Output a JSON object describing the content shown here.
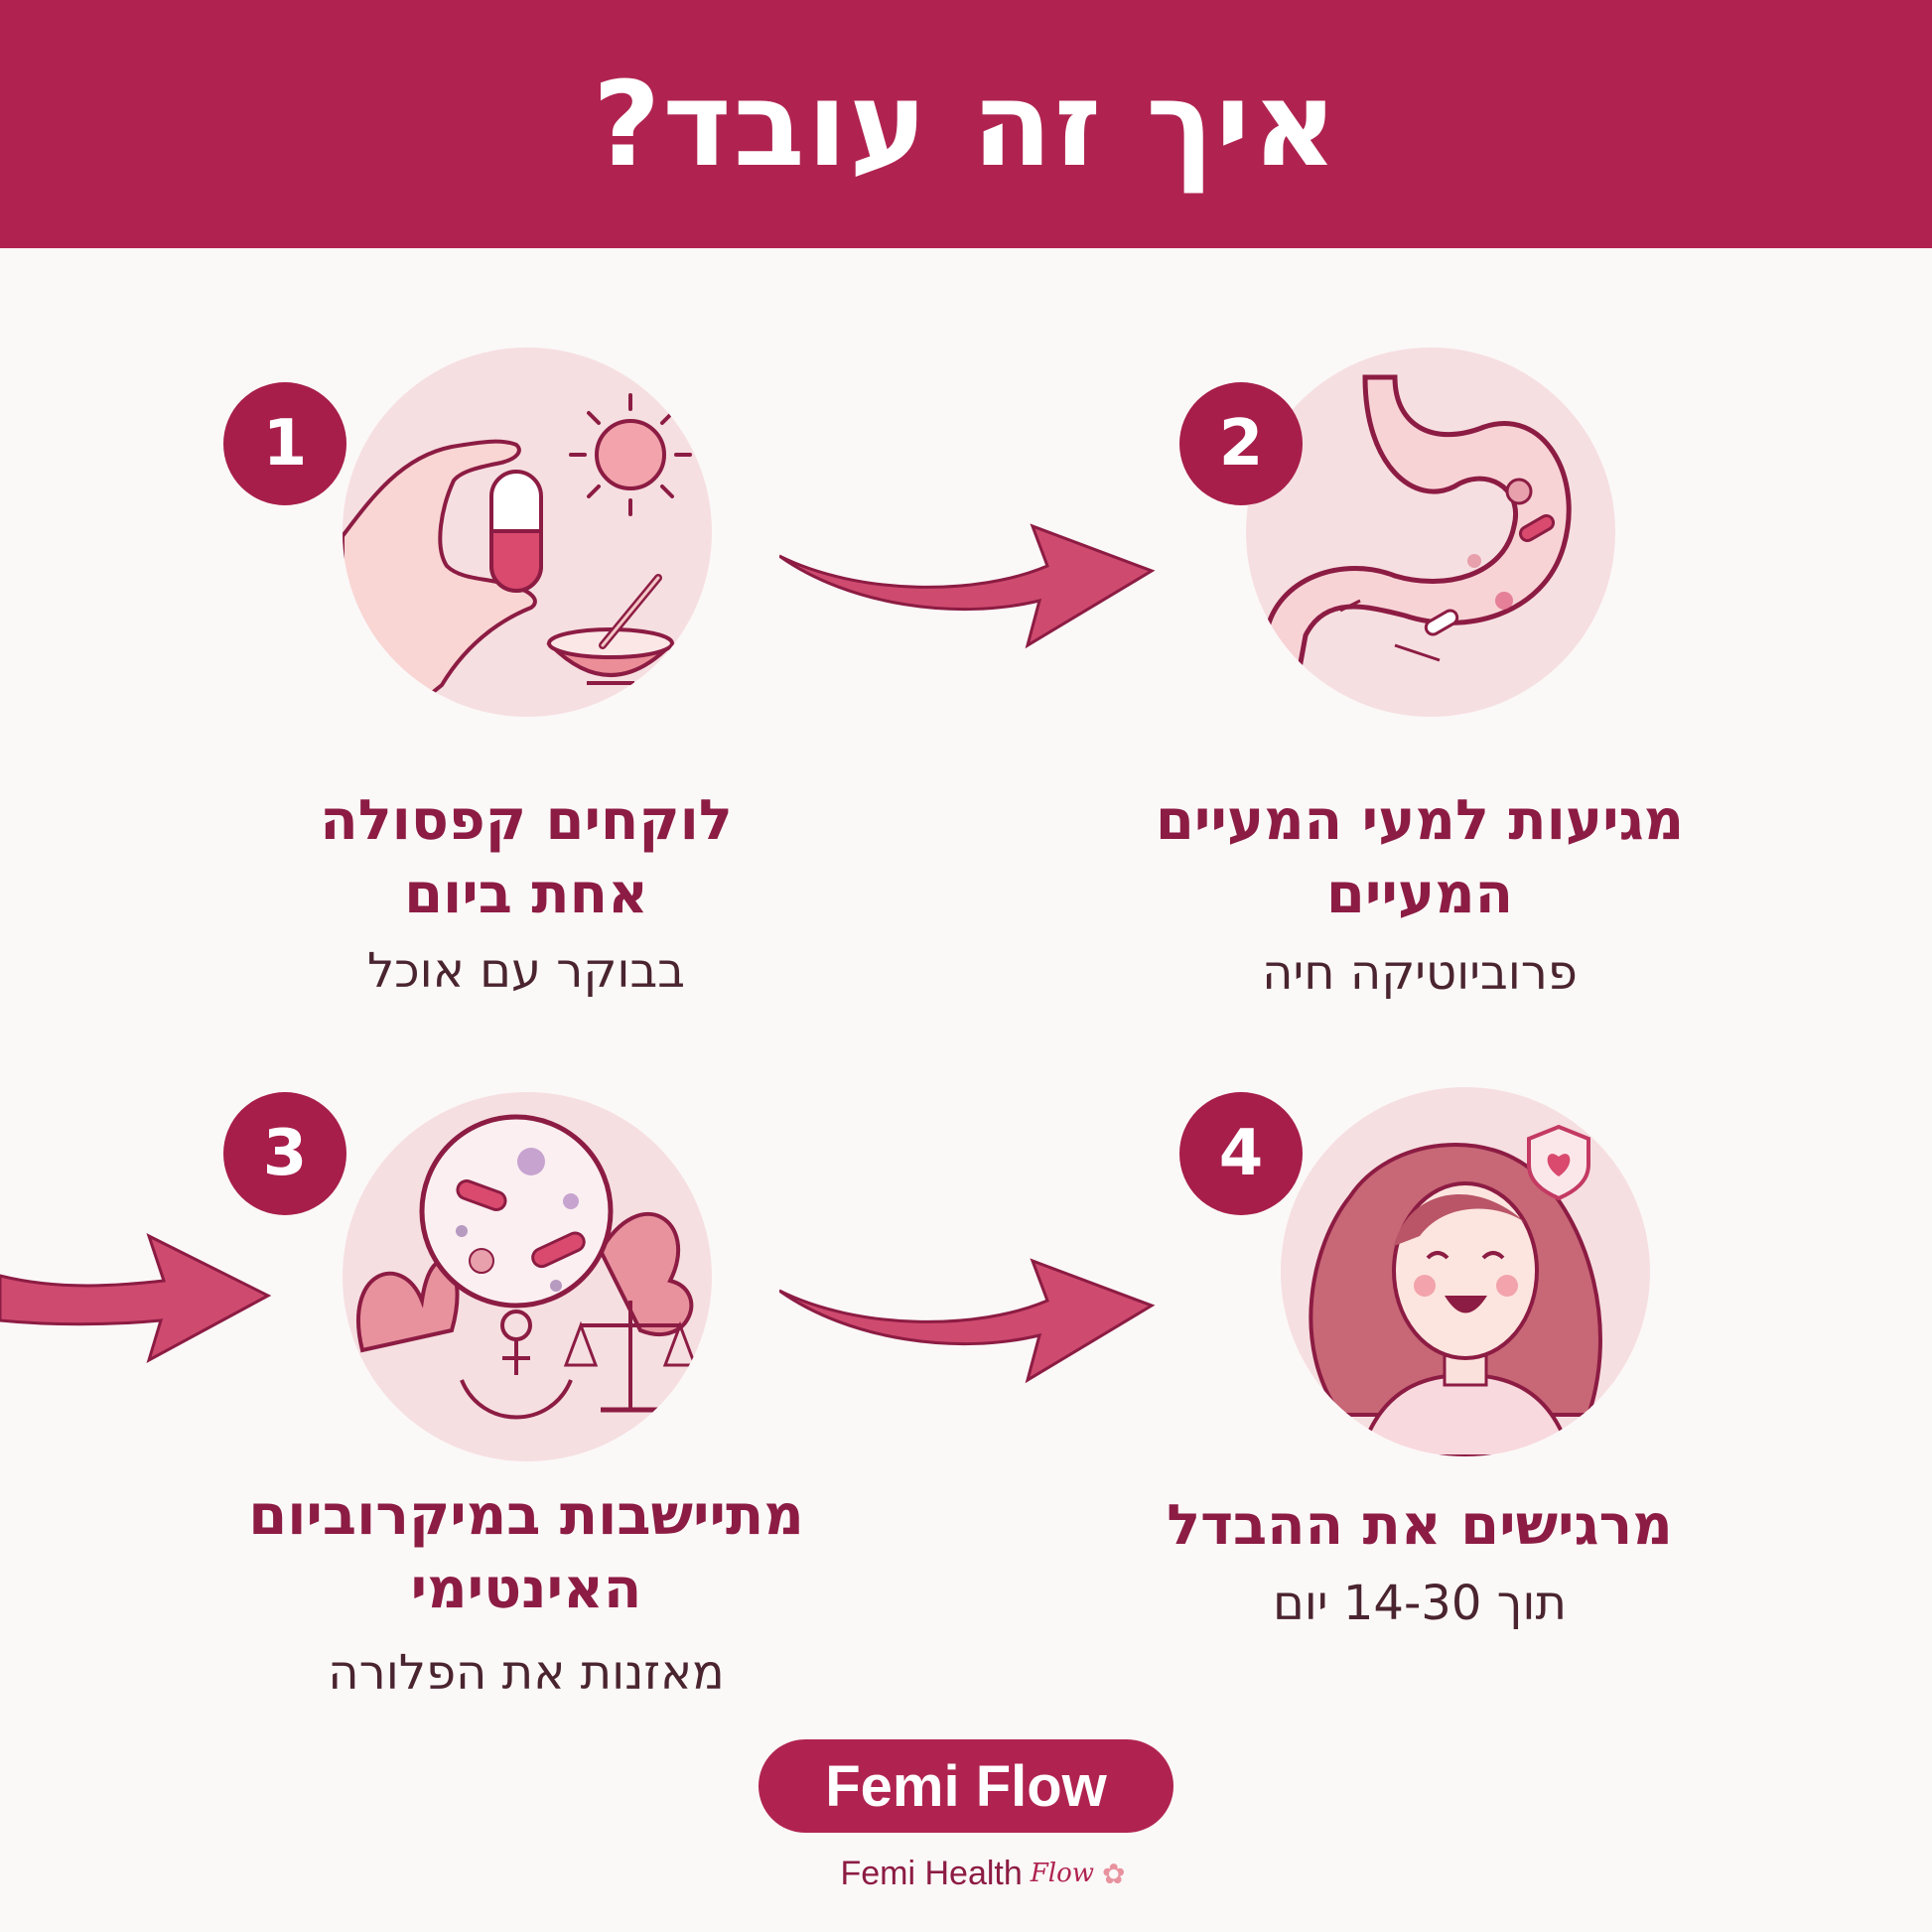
{
  "header": {
    "title": "איך זה עובד?"
  },
  "colors": {
    "brand": "#b02350",
    "accent_dark": "#8c1c43",
    "circle_bg": "#f6dfe1",
    "arrow": "#c33a62"
  },
  "steps": [
    {
      "number": "1",
      "title_line1": "לוקחים קפסולה",
      "title_line2": "אחת ביום",
      "subtitle": "בבוקר עם אוכל",
      "icon": "capsule-hand-icon"
    },
    {
      "number": "2",
      "title_line1": "מגיעות למעי המעיים",
      "title_line2": "המעיים",
      "subtitle": "פרוביוטיקה חיה",
      "icon": "stomach-icon"
    },
    {
      "number": "3",
      "title_line1": "מתיישבות במיקרוביום",
      "title_line2": "האינטימי",
      "subtitle": "מאזנות את הפלורה",
      "icon": "microbiome-balance-icon"
    },
    {
      "number": "4",
      "title_line1": "מרגישים את ההבדל",
      "title_line2": "",
      "subtitle": "תוך 14-30 יום",
      "icon": "happy-woman-icon"
    }
  ],
  "brand": {
    "pill": "Femi Flow",
    "company": "Femi Health",
    "mark": "Flow"
  }
}
